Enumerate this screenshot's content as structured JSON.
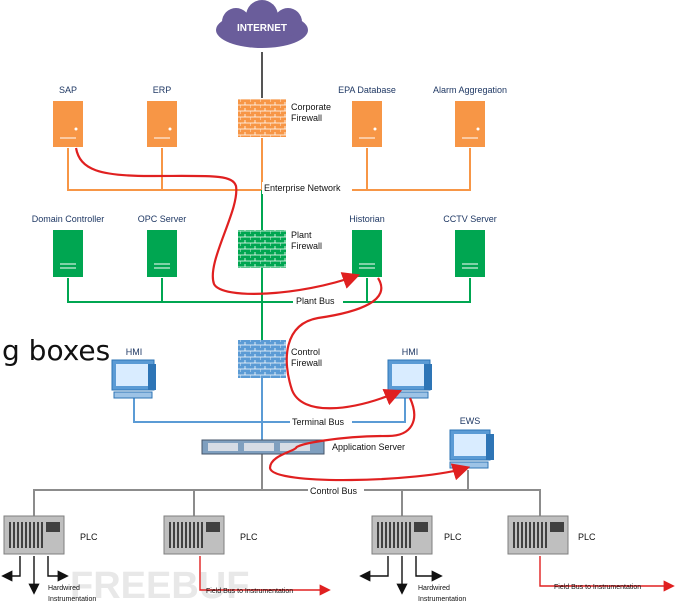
{
  "internet": "INTERNET",
  "enterprise": {
    "servers": [
      "SAP",
      "ERP",
      "EPA Database",
      "Alarm Aggregation"
    ],
    "firewall": [
      "Corporate",
      "Firewall"
    ],
    "network": "Enterprise Network"
  },
  "plant": {
    "servers": [
      "Domain Controller",
      "OPC Server",
      "Historian",
      "CCTV Server"
    ],
    "firewall": [
      "Plant",
      "Firewall"
    ],
    "bus": "Plant Bus"
  },
  "control": {
    "firewall": [
      "Control",
      "Firewall"
    ],
    "hmi_left": "HMI",
    "hmi_right": "HMI",
    "terminal_bus": "Terminal Bus",
    "app_server": "Application Server",
    "ews": "EWS",
    "control_bus": "Control Bus"
  },
  "plc": {
    "labels": [
      "PLC",
      "PLC",
      "PLC",
      "PLC"
    ],
    "hardwired": [
      "Hardwired",
      "Instrumentation"
    ],
    "fieldbus": "Field Bus to Instrumentation"
  },
  "overlay_text": "g boxes",
  "watermark": "FREEBUF",
  "colors": {
    "enterprise": "#f79646",
    "plant": "#00a651",
    "control": "#5b9bd5",
    "bus_gray": "#8c8c8c",
    "attack": "#e02020",
    "cloud": "#6a5d9b"
  }
}
